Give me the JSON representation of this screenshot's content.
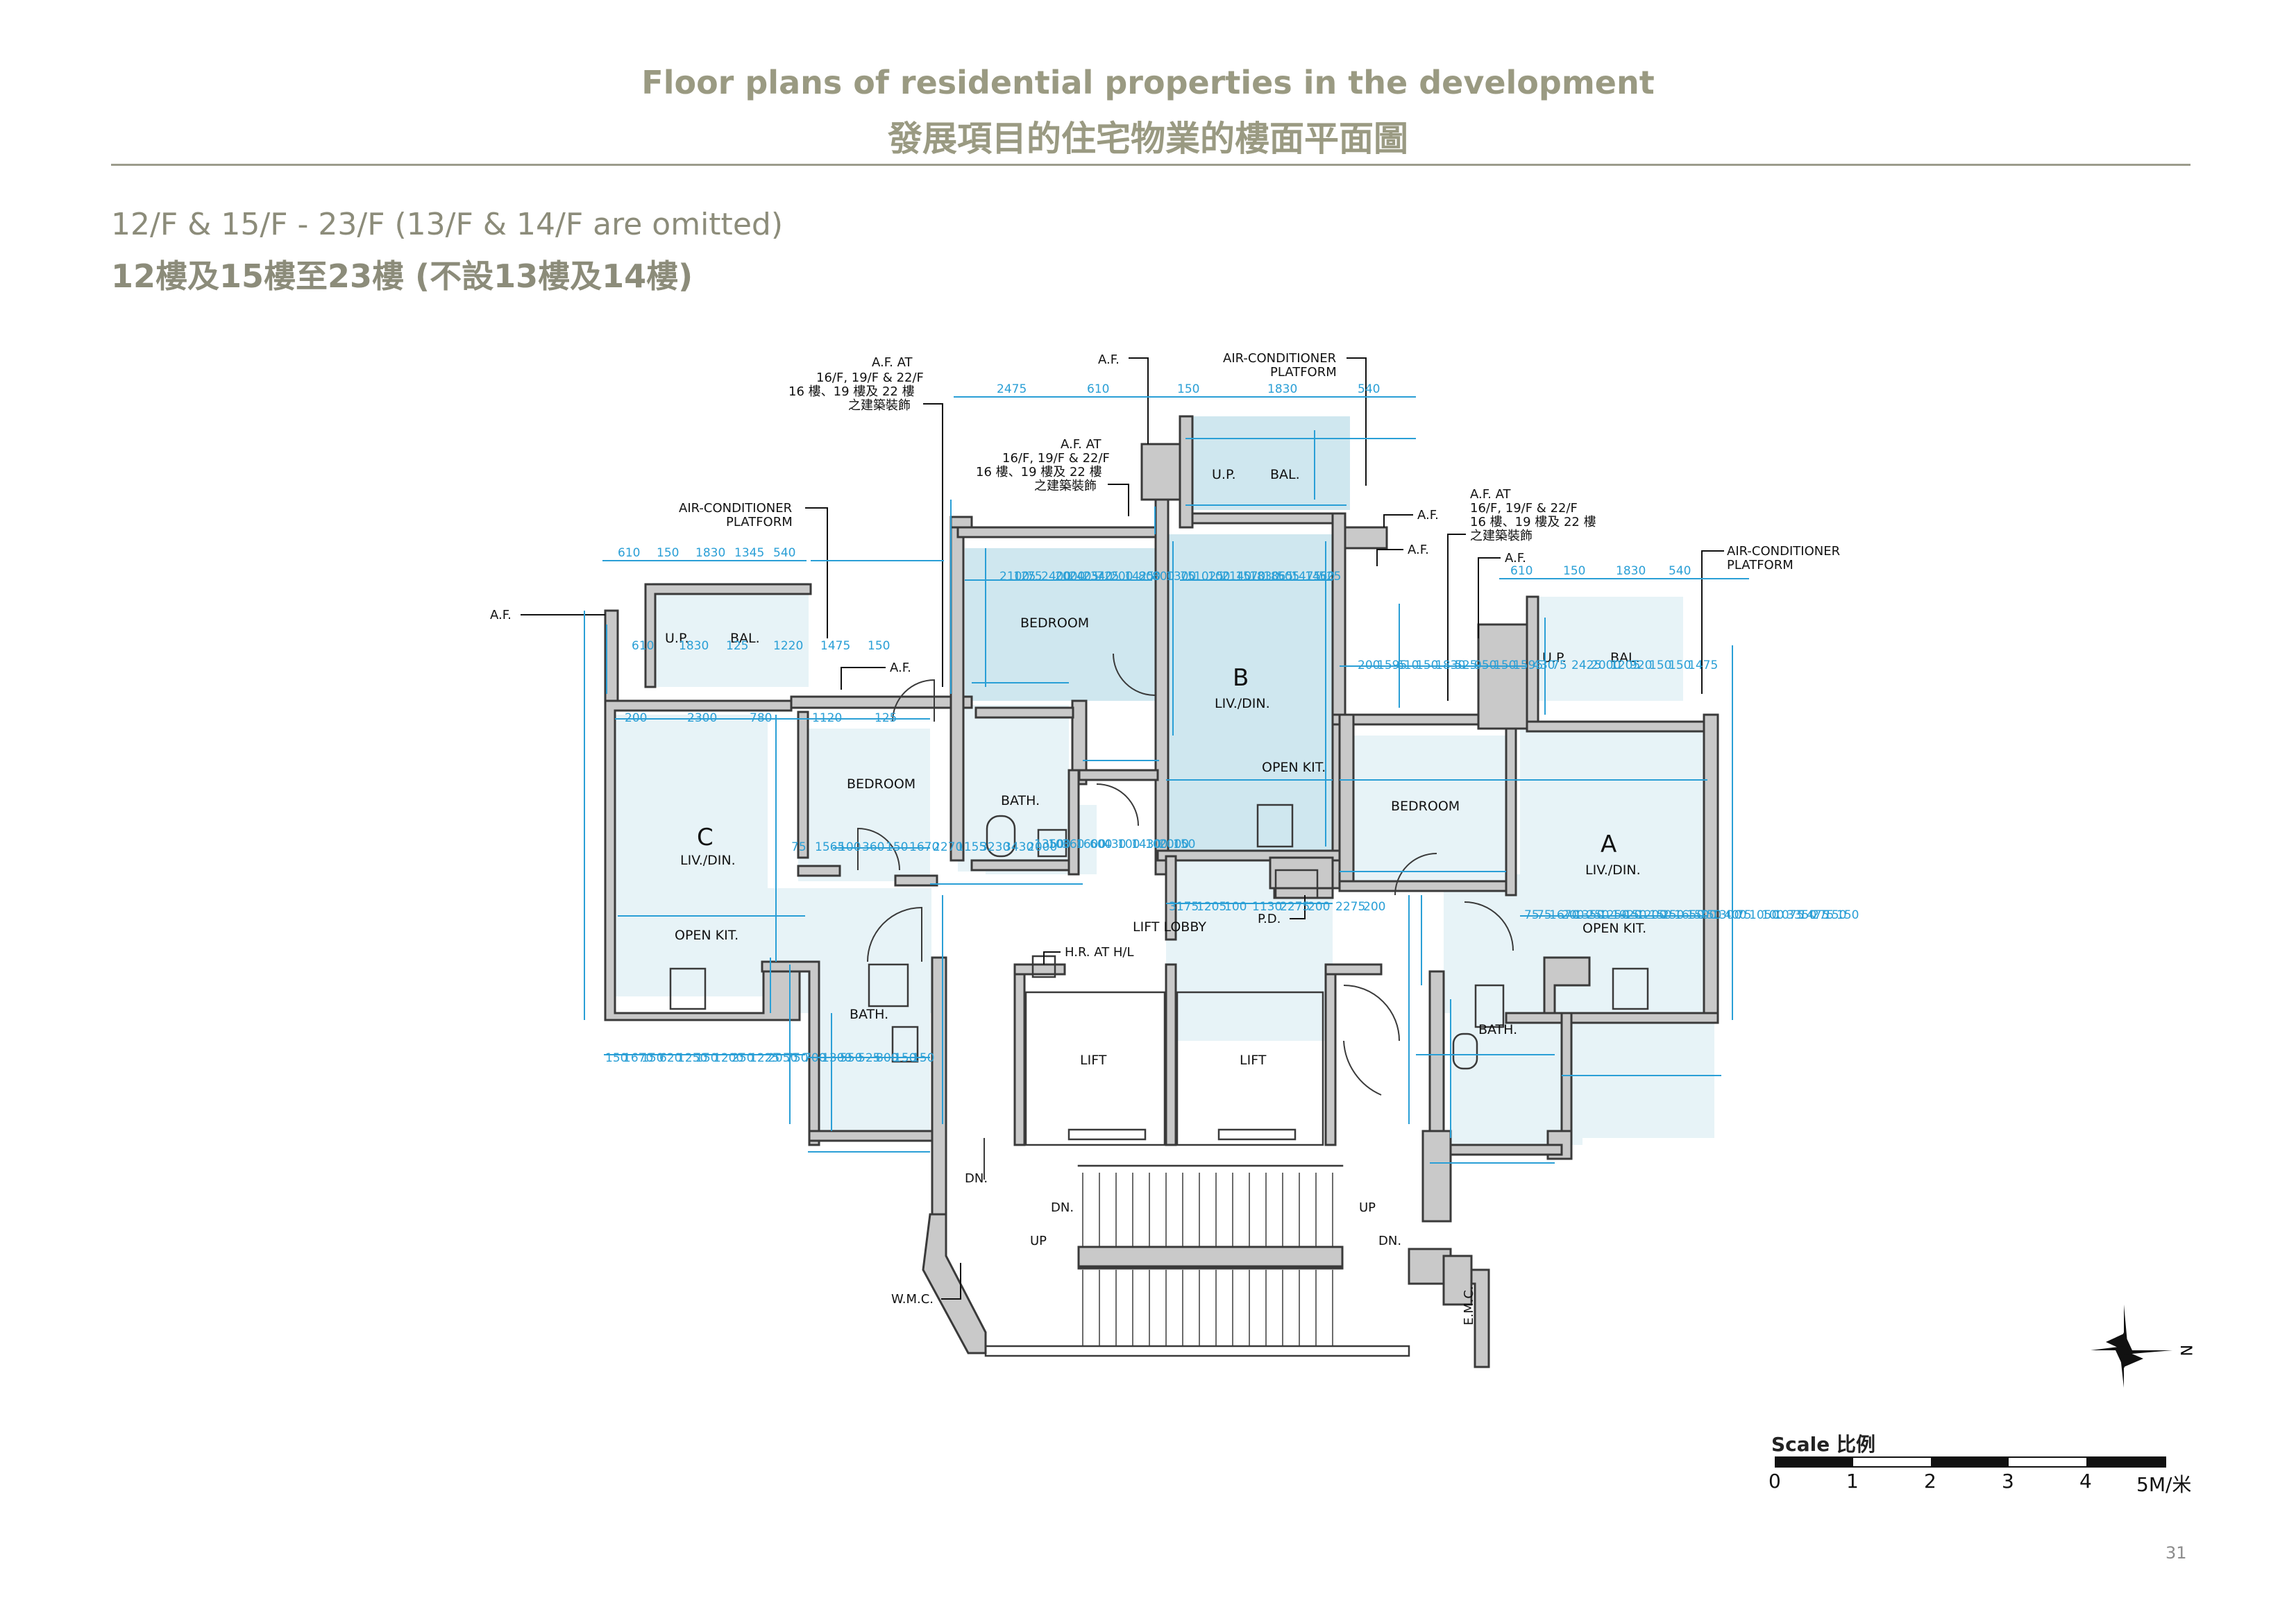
{
  "header": {
    "title_en": "Floor plans of residential properties in the development",
    "title_zh": "發展項目的住宅物業的樓面平面圖"
  },
  "floor": {
    "label_en": "12/F & 15/F - 23/F (13/F & 14/F are omitted)",
    "label_zh": "12樓及15樓至23樓 (不設13樓及14樓)"
  },
  "units": {
    "a": "A",
    "b": "B",
    "c": "C"
  },
  "rooms": {
    "bedroom": "BEDROOM",
    "liv_din": "LIV./DIN.",
    "open_kit": "OPEN KIT.",
    "bath": "BATH.",
    "bal": "BAL.",
    "up": "U.P.",
    "lift": "LIFT",
    "lift_lobby": "LIFT LOBBY"
  },
  "annotations": {
    "af": "A.F.",
    "af_at_1": "A.F. AT",
    "af_at_2": "16/F, 19/F & 22/F",
    "af_at_3": "16 樓、19 樓及 22 樓",
    "af_at_4": "之建築裝飾",
    "ac_1": "AIR-CONDITIONER",
    "ac_2": "PLATFORM",
    "hr": "H.R. AT H/L",
    "pd": "P.D.",
    "wmc": "W.M.C.",
    "emc": "E.M.C.",
    "dn": "DN.",
    "up": "UP"
  },
  "dimensions": {
    "top_c": [
      "610",
      "150",
      "1830",
      "1345",
      "540"
    ],
    "top_b": [
      "2475",
      "610",
      "150",
      "1830",
      "540"
    ],
    "top_a": [
      "610",
      "150",
      "1830",
      "540"
    ],
    "c_bal": [
      "610",
      "1830",
      "125",
      "1220",
      "1475",
      "150"
    ],
    "c_mid": [
      "200",
      "2300",
      "780",
      "1120",
      "125"
    ],
    "c_room": [
      "75",
      "1565",
      "100",
      "360",
      "150",
      "1670",
      "2270",
      "1155",
      "3230",
      "3430",
      "2000"
    ],
    "c_bot": [
      "150",
      "1670",
      "150",
      "620",
      "1250",
      "150",
      "1200",
      "250",
      "1225",
      "2050",
      "750",
      "700",
      "1300",
      "550",
      "525",
      "800",
      "150",
      "150"
    ],
    "b_top": [
      "2100",
      "125",
      "75",
      "2400",
      "2000",
      "2405",
      "2340",
      "725",
      "200",
      "1425",
      "800",
      "800",
      "1300",
      "75",
      "1025",
      "100",
      "2140",
      "1570",
      "1830",
      "1865",
      "505",
      "1475",
      "1460",
      "525"
    ],
    "b_bath": [
      "1350",
      "100",
      "360",
      "1600",
      "600",
      "430",
      "100",
      "1430",
      "100",
      "2000",
      "150"
    ],
    "lobby": [
      "3175",
      "1205",
      "100",
      "1130",
      "2275",
      "200",
      "2275",
      "200"
    ],
    "a_top": [
      "200",
      "1595",
      "610",
      "150",
      "1830",
      "525",
      "950",
      "150",
      "1595",
      "430",
      "75",
      "2425",
      "2000",
      "1205",
      "920",
      "150",
      "150",
      "1475"
    ],
    "a_bot": [
      "75",
      "75",
      "1670",
      "200",
      "1350",
      "250",
      "1250",
      "1920",
      "150",
      "1200",
      "150",
      "250",
      "1650",
      "1500",
      "750",
      "1300",
      "400",
      "75",
      "1050",
      "100",
      "1075",
      "3350",
      "1475",
      "275",
      "150",
      "150"
    ]
  },
  "north": "N",
  "scale": {
    "title": "Scale 比例",
    "ticks": [
      "0",
      "1",
      "2",
      "3",
      "4",
      "5M/米"
    ]
  },
  "page_number": "31",
  "colors": {
    "wall": "#c9c9c9",
    "wall_stroke": "#3a3a3a",
    "room_fill": "#e7f3f7",
    "room_fill_dark": "#cfe7ef",
    "dimension": "#2a9fd6",
    "title": "#9a9a82"
  }
}
